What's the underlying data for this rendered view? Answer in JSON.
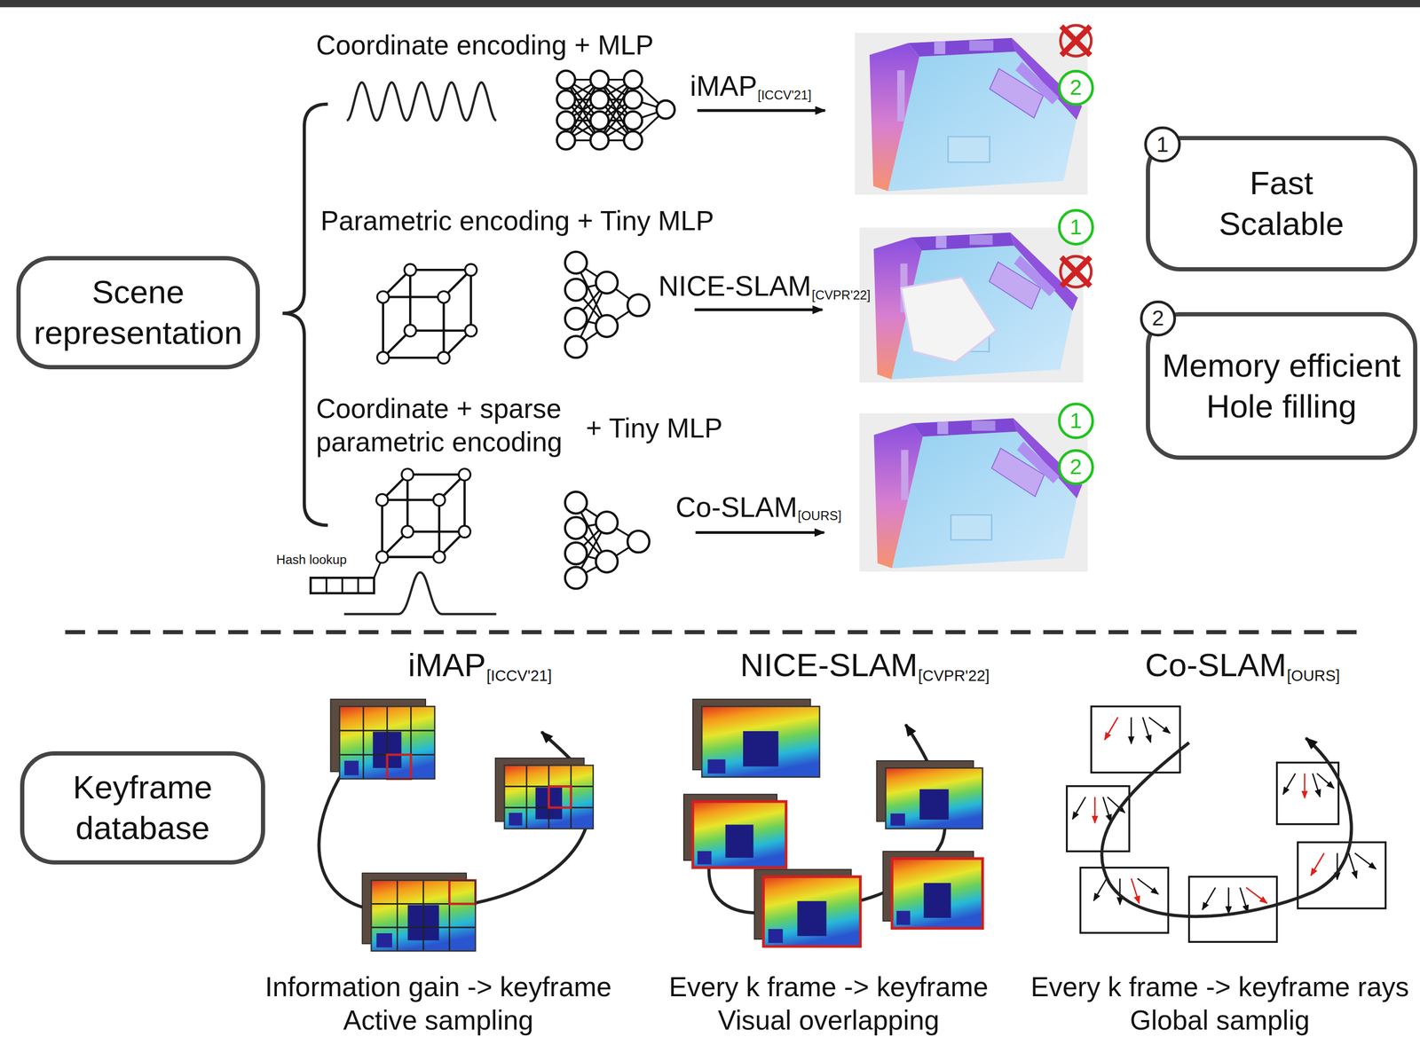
{
  "diagram": {
    "nodes": [
      {
        "text": [
          "Scene representation"
        ]
      },
      {
        "text": [
          "2"
        ]
      },
      {
        "text": [
          "Fast Scalable"
        ]
      },
      {
        "text": [
          "1"
        ],
        "in": 2
      },
      {
        "text": [
          "1"
        ]
      },
      {
        "text": [
          "Memory efficient Hole filling"
        ]
      },
      {
        "text": [
          "2"
        ],
        "in": 5
      },
      {
        "text": [
          "1"
        ]
      },
      {
        "text": [
          "2"
        ]
      },
      {
        "text": [
          "Keyframe database"
        ]
      }
    ],
    "labels": [
      "Coordinate encoding + MLP",
      "iMAP",
      "[ICCV'21]",
      "Parametric encoding + Tiny MLP",
      "NICE-SLAM",
      "[CVPR'22]",
      "Coordinate + sparse parametric encoding",
      "+ Tiny MLP",
      "Co-SLAM",
      "[OURS]",
      "Hash lookup",
      "iMAP",
      "[ICCV'21]",
      "NICE-SLAM",
      "[CVPR'22]",
      "Co-SLAM",
      "[OURS]",
      "Information gain -> keyframe",
      "Active sampling",
      "Every k frame -> keyframe",
      "Visual overlapping",
      "Every k frame -> keyframe rays",
      "Global samplig"
    ]
  }
}
